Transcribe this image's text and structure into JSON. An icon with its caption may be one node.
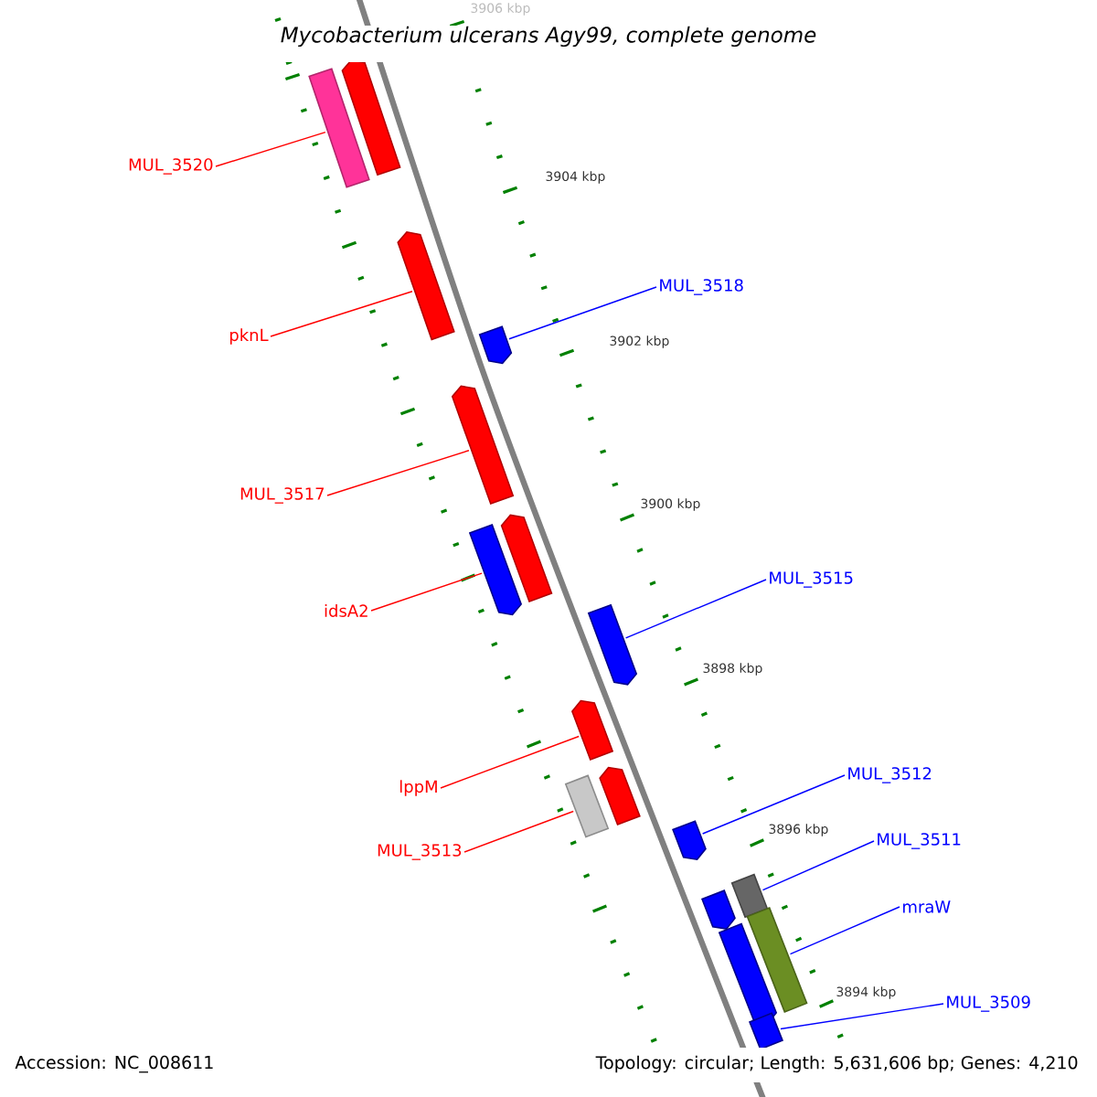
{
  "diagram": {
    "title": "Mycobacterium ulcerans Agy99, complete genome",
    "nodes": [
      {
        "text": [
          "MUL_3520"
        ]
      },
      {
        "text": [
          "MUL_3518"
        ]
      },
      {
        "text": [
          "pknL"
        ]
      },
      {
        "text": [
          "MUL_3517"
        ]
      },
      {
        "text": [
          "MUL_3515"
        ]
      },
      {
        "text": [
          "idsA2"
        ]
      },
      {
        "text": [
          "MUL_3512"
        ]
      },
      {
        "text": [
          "lppM"
        ]
      },
      {
        "text": [
          "MUL_3511"
        ]
      },
      {
        "text": [
          "MUL_3513"
        ]
      },
      {
        "text": [
          "mraW"
        ]
      },
      {
        "text": [
          "MUL_3509"
        ]
      },
      {
        "text": [],
        "shape": "bar"
      },
      {
        "text": [],
        "shape": "arrow"
      },
      {
        "text": [],
        "shape": "arrow"
      },
      {
        "text": [],
        "shape": "arrow"
      },
      {
        "text": [],
        "shape": "arrow"
      },
      {
        "text": [],
        "shape": "arrow"
      },
      {
        "text": [],
        "shape": "arrow"
      },
      {
        "text": [],
        "shape": "arrow"
      },
      {
        "text": [],
        "shape": "arrow"
      },
      {
        "text": [],
        "shape": "bar"
      },
      {
        "text": [],
        "shape": "arrow"
      },
      {
        "text": [],
        "shape": "arrow"
      },
      {
        "text": [],
        "shape": "arrow"
      },
      {
        "text": [],
        "shape": "bar"
      },
      {
        "text": [],
        "shape": "arrow"
      },
      {
        "text": [],
        "shape": "bar"
      },
      {
        "text": [],
        "shape": "bar"
      }
    ],
    "edges": [
      {
        "from": 0,
        "to": 12,
        "arrow": "none"
      },
      {
        "from": 1,
        "to": 15,
        "arrow": "none",
        "color": "#0000ff"
      },
      {
        "from": 2,
        "to": 14,
        "arrow": "none"
      },
      {
        "from": 3,
        "to": 16,
        "arrow": "none"
      },
      {
        "from": 4,
        "to": 19,
        "arrow": "none",
        "color": "#0000ff"
      },
      {
        "from": 5,
        "to": 17,
        "arrow": "none"
      },
      {
        "from": 6,
        "to": 23,
        "arrow": "none",
        "color": "#0000ff"
      },
      {
        "from": 7,
        "to": 20,
        "arrow": "none"
      },
      {
        "from": 8,
        "to": 25,
        "arrow": "none",
        "color": "#0000ff"
      },
      {
        "from": 9,
        "to": 21,
        "arrow": "none"
      },
      {
        "from": 10,
        "to": 27,
        "arrow": "none",
        "color": "#0000ff"
      },
      {
        "from": 11,
        "to": 28,
        "arrow": "none",
        "color": "#0000ff"
      }
    ],
    "labels": [
      "3906 kbp",
      "3904 kbp",
      "3902 kbp",
      "3900 kbp",
      "3898 kbp",
      "3896 kbp",
      "3894 kbp",
      "Accession: NC_008611",
      "Topology: circular; Length: 5,631,606 bp; Genes: 4,210"
    ]
  }
}
